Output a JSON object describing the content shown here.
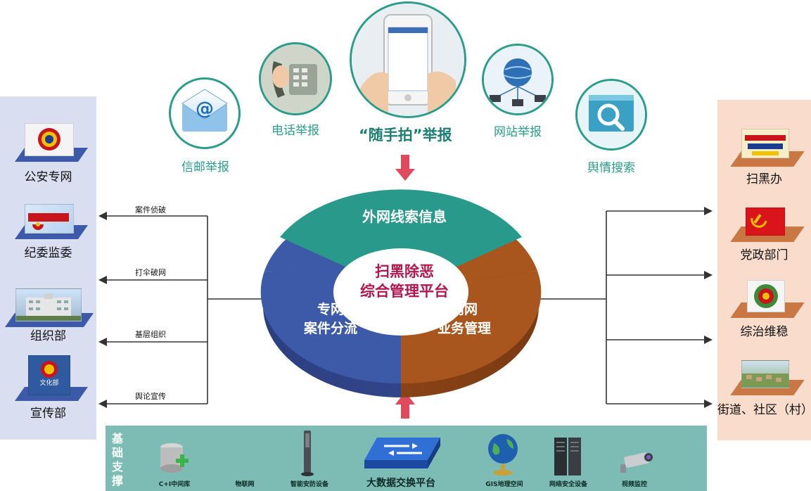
{
  "top_reports": {
    "mail": "信邮举报",
    "phone": "电话举报",
    "photo": "“随手拍”举报",
    "website": "网站举报",
    "opinion": "舆情搜索"
  },
  "center": {
    "top_segment": "外网线索信息",
    "left_segment_line1": "专网",
    "left_segment_line2": "案件分流",
    "right_segment_line1": "内网",
    "right_segment_line2": "业务管理",
    "core_line1": "扫黑除恶",
    "core_line2": "综合管理平台"
  },
  "left_departments": [
    {
      "name": "公安专网"
    },
    {
      "name": "纪委监委"
    },
    {
      "name": "组织部"
    },
    {
      "name": "宣传部"
    }
  ],
  "left_arrows": [
    "案件侦破",
    "打伞破网",
    "基层组织",
    "舆论宣传"
  ],
  "right_departments": [
    {
      "name": "扫黑办"
    },
    {
      "name": "党政部门"
    },
    {
      "name": "综治维稳"
    },
    {
      "name": "街道、社区（村）"
    }
  ],
  "bottom": {
    "title": "基础支撑",
    "items": [
      "C+I中间库",
      "物联网",
      "智能安防设备",
      "大数据交换平台",
      "GIS地理空间",
      "网络安全设备",
      "视频监控"
    ]
  },
  "colors": {
    "teal": "#2a9c8a",
    "navy": "#3d5aa8",
    "rust": "#a8561e",
    "crimson": "#b0174a",
    "arrow_red": "#e04a5f"
  }
}
